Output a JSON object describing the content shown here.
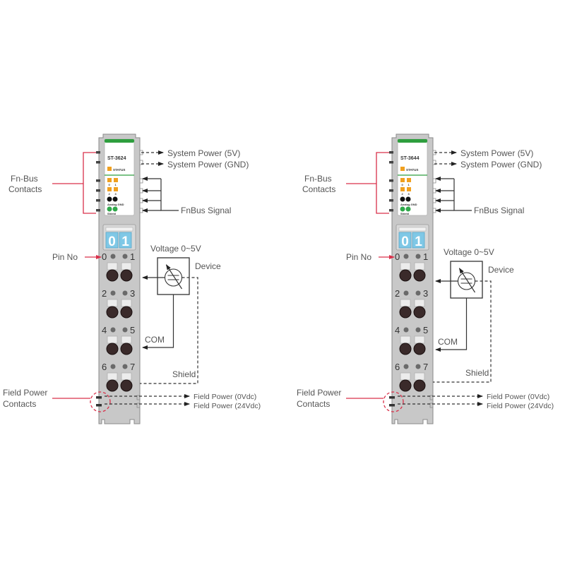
{
  "colors": {
    "module_body": "#c8c8c8",
    "module_border": "#8a8a8a",
    "panel_top": "#ffffff",
    "accent_green": "#2e9e3e",
    "led_orange": "#f0a020",
    "led_black": "#111111",
    "led_green": "#2fa84a",
    "window_blue": "#7fc8e6",
    "label_line_red": "#d9304a",
    "wire": "#333333",
    "text": "#555555"
  },
  "modules": [
    {
      "model": "ST-3624",
      "status_label": "STATUS",
      "led_channel_labels": [
        "0",
        "1",
        "2",
        "3"
      ],
      "analog_gnd_label": "Analog GND",
      "shield_label": "Shield",
      "window_digits": [
        "0",
        "1"
      ],
      "pin_numbers": [
        "0",
        "1",
        "2",
        "3",
        "4",
        "5",
        "6",
        "7"
      ],
      "callouts": {
        "fnbus_contacts": [
          "Fn-Bus",
          "Contacts"
        ],
        "pin_no": "Pin No",
        "field_power_contacts": [
          "Field Power",
          "Contacts"
        ],
        "system_power_5v": "System Power (5V)",
        "system_power_gnd": "System Power (GND)",
        "fnbus_signal": "FnBus Signal",
        "voltage": "Voltage 0~5V",
        "device": "Device",
        "com": "COM",
        "shield": "Shield",
        "field_power_0v": "Field Power (0Vdc)",
        "field_power_24v": "Field Power (24Vdc)"
      }
    },
    {
      "model": "ST-3644",
      "status_label": "STATUS",
      "led_channel_labels": [
        "0",
        "1",
        "2",
        "3"
      ],
      "analog_gnd_label": "Analog GND",
      "shield_label": "Shield",
      "window_digits": [
        "0",
        "1"
      ],
      "pin_numbers": [
        "0",
        "1",
        "2",
        "3",
        "4",
        "5",
        "6",
        "7"
      ],
      "callouts": {
        "fnbus_contacts": [
          "Fn-Bus",
          "Contacts"
        ],
        "pin_no": "Pin No",
        "field_power_contacts": [
          "Field Power",
          "Contacts"
        ],
        "system_power_5v": "System Power (5V)",
        "system_power_gnd": "System Power (GND)",
        "fnbus_signal": "FnBus Signal",
        "voltage": "Voltage 0~5V",
        "device": "Device",
        "com": "COM",
        "shield": "Shield",
        "field_power_0v": "Field Power (0Vdc)",
        "field_power_24v": "Field Power (24Vdc)"
      }
    }
  ]
}
